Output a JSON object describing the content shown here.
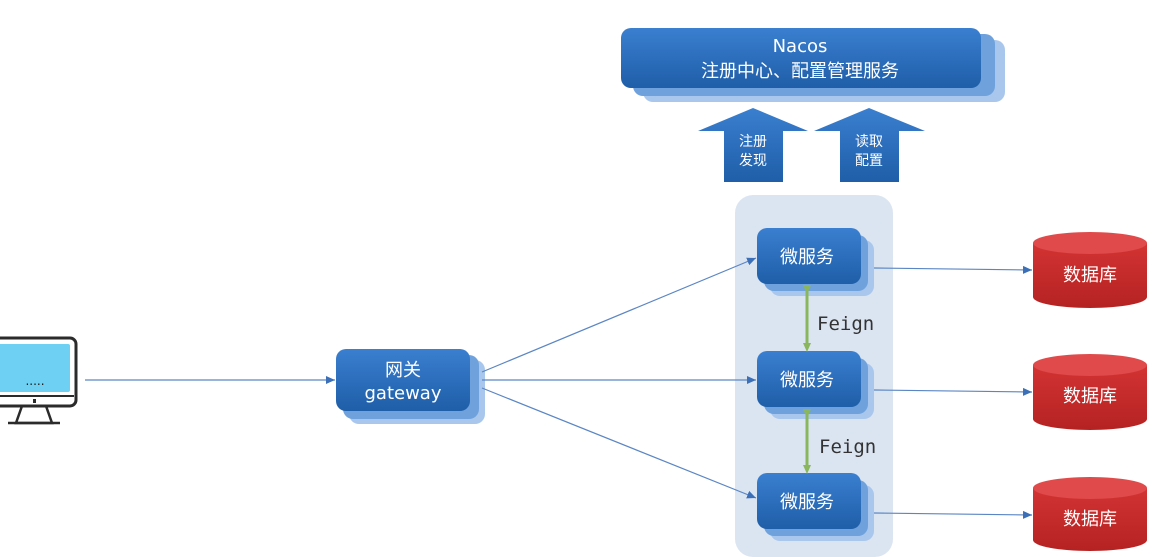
{
  "nacos": {
    "title": "Nacos",
    "subtitle": "注册中心、配置管理服务"
  },
  "arrows": {
    "register": {
      "line1": "注册",
      "line2": "发现"
    },
    "config": {
      "line1": "读取",
      "line2": "配置"
    }
  },
  "client": {
    "screen_text": "....."
  },
  "gateway": {
    "line1": "网关",
    "line2": "gateway"
  },
  "services": [
    {
      "label": "微服务"
    },
    {
      "label": "微服务"
    },
    {
      "label": "微服务"
    }
  ],
  "feign_labels": [
    "Feign",
    "Feign"
  ],
  "databases": [
    {
      "label": "数据库"
    },
    {
      "label": "数据库"
    },
    {
      "label": "数据库"
    }
  ],
  "colors": {
    "box_blue": "#2f72c4",
    "box_blue_dark": "#1f5ea8",
    "shadow_blue": "#6fa2dc",
    "arrow_blue": "#3b73c0",
    "group_bg": "#dbe5f2",
    "db_red": "#c72b2b",
    "db_red_top": "#e04a4a",
    "feign_green": "#8ab65c",
    "monitor_screen": "#6ed0f2",
    "line_blue": "#5b86c4"
  }
}
